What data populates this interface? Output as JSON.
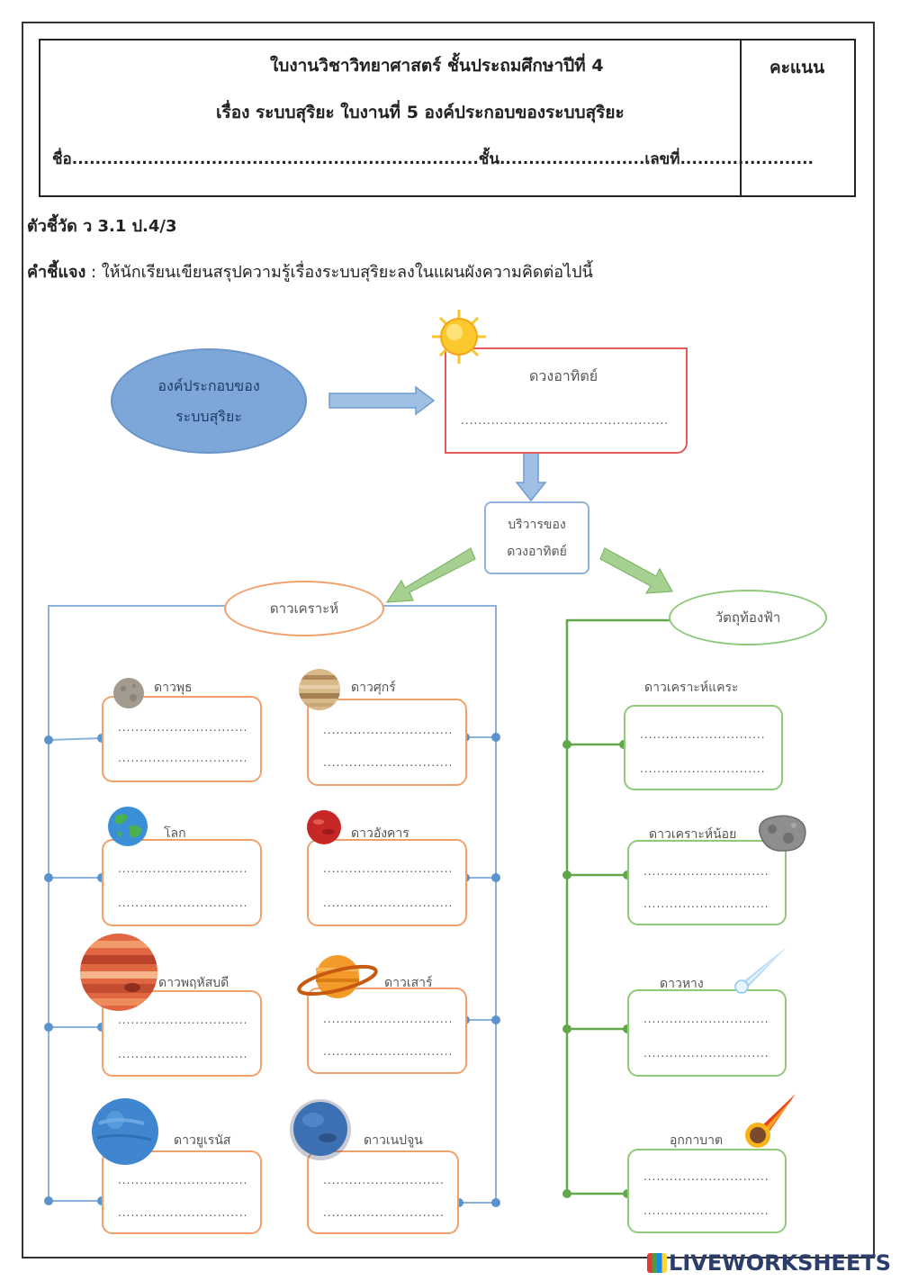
{
  "header": {
    "title": "ใบงานวิชาวิทยาศาสตร์ ชั้นประถมศึกษาปีที่ 4",
    "subtitle": "เรื่อง ระบบสุริยะ   ใบงานที่  5  องค์ประกอบของระบบสุริยะ",
    "name_line": "ชื่อ......................................................................ชั้น.........................เลขที่.......................",
    "score_label": "คะแนน"
  },
  "indicator": "ตัวชี้วัด ว 3.1 ป.4/3",
  "instruction": {
    "label": "คำชี้แจง",
    "text": " :  ให้นักเรียนเขียนสรุปความรู้เรื่องระบบสุริยะลงในแผนผังความคิดต่อไปนี้"
  },
  "map": {
    "root_line1": "องค์ประกอบของ",
    "root_line2": "ระบบสุริยะ",
    "sun_title": "ดวงอาทิตย์",
    "sun_dots": "................................................",
    "satellites_line1": "บริวารของ",
    "satellites_line2": "ดวงอาทิตย์",
    "planets_label": "ดาวเคราะห์",
    "objects_label": "วัตถุท้องฟ้า",
    "dots": ".............................."
  },
  "planets": [
    {
      "id": "mercury",
      "label": "ดาวพุธ"
    },
    {
      "id": "venus",
      "label": "ดาวศุกร์"
    },
    {
      "id": "earth",
      "label": "โลก"
    },
    {
      "id": "mars",
      "label": "ดาวอังคาร"
    },
    {
      "id": "jupiter",
      "label": "ดาวพฤหัสบดี"
    },
    {
      "id": "saturn",
      "label": "ดาวเสาร์"
    },
    {
      "id": "uranus",
      "label": "ดาวยูเรนัส"
    },
    {
      "id": "neptune",
      "label": "ดาวเนปจูน"
    }
  ],
  "objects": [
    {
      "id": "dwarf",
      "label": "ดาวเคราะห์แคระ"
    },
    {
      "id": "asteroid",
      "label": "ดาวเคราะห์น้อย"
    },
    {
      "id": "comet",
      "label": "ดาวหาง"
    },
    {
      "id": "meteor",
      "label": "อุกกาบาต"
    }
  ],
  "footer_logo": "LIVEWORKSHEETS",
  "colors": {
    "root_fill": "#7da7d9",
    "sun_border": "#e8595b",
    "card_orange": "#f2a06a",
    "card_green": "#8fc97a",
    "line_blue": "#8bb2dc",
    "line_green": "#62a74a"
  }
}
